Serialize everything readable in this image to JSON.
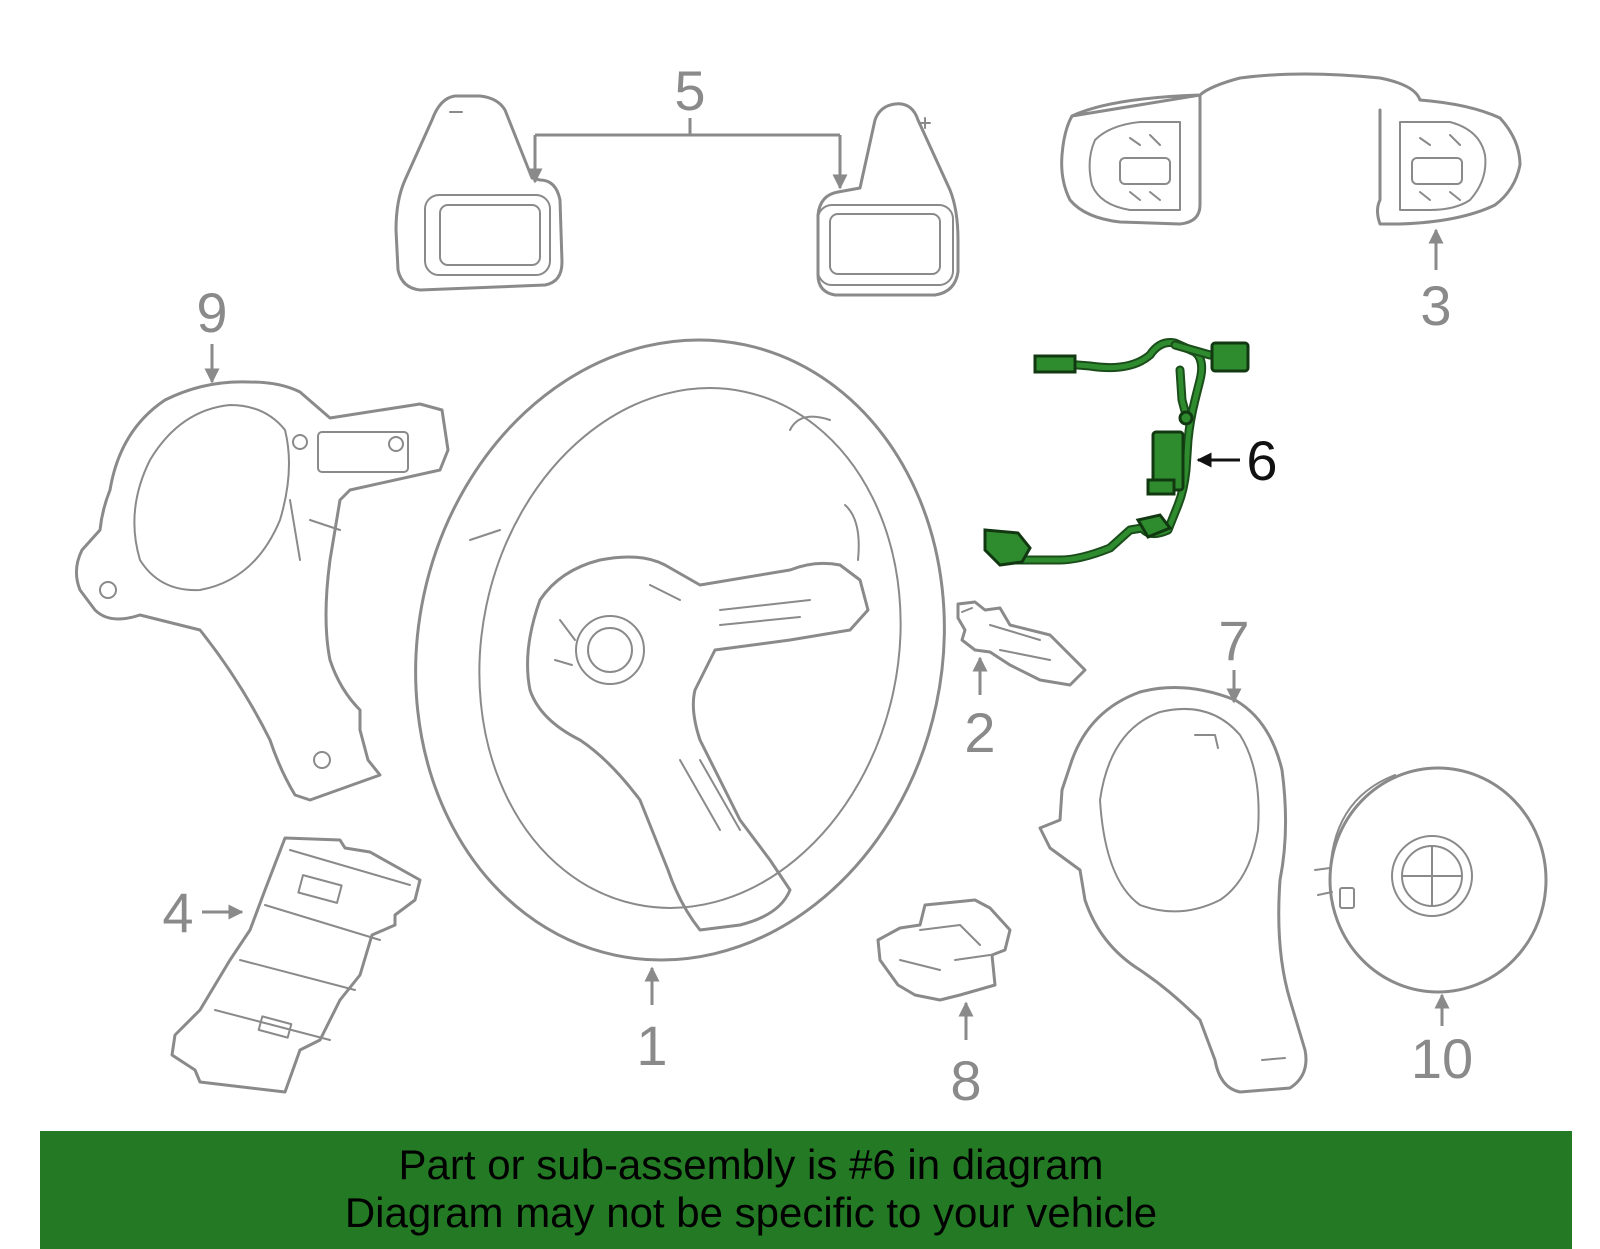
{
  "diagram": {
    "callouts": [
      {
        "id": "1",
        "label": "1"
      },
      {
        "id": "2",
        "label": "2"
      },
      {
        "id": "3",
        "label": "3"
      },
      {
        "id": "4",
        "label": "4"
      },
      {
        "id": "5",
        "label": "5"
      },
      {
        "id": "6",
        "label": "6"
      },
      {
        "id": "7",
        "label": "7"
      },
      {
        "id": "8",
        "label": "8"
      },
      {
        "id": "9",
        "label": "9"
      },
      {
        "id": "10",
        "label": "10"
      }
    ],
    "highlighted_part": "6",
    "colors": {
      "part_outline": "#8a8a8a",
      "highlight_part": "#2e8b2e",
      "banner_background": "#247a24",
      "banner_text": "#000000"
    }
  },
  "banner": {
    "line1": "Part or sub-assembly is #6 in diagram",
    "line2": "Diagram may not be specific to your vehicle"
  }
}
